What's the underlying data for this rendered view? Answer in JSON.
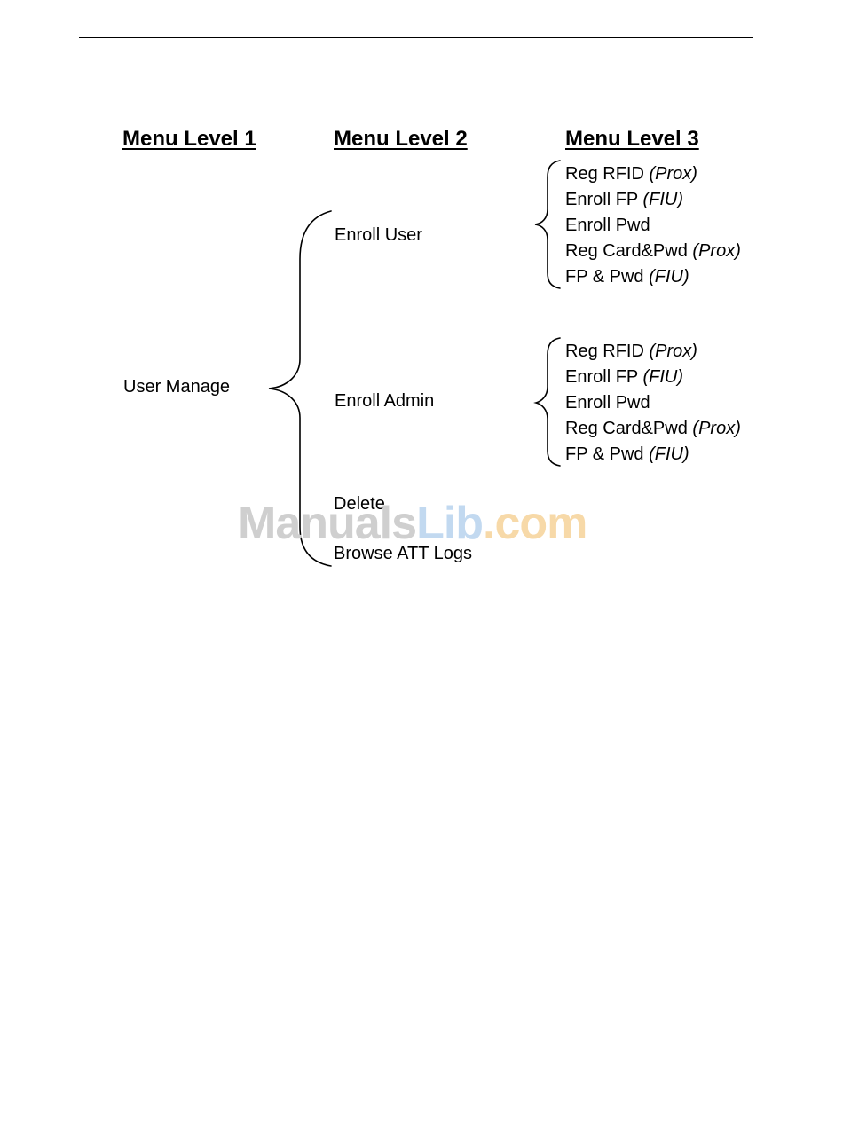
{
  "headings": {
    "level1": "Menu Level 1",
    "level2": "Menu Level 2",
    "level3": "Menu Level 3"
  },
  "level1": {
    "user_manage": "User Manage"
  },
  "level2": {
    "enroll_user": "Enroll User",
    "enroll_admin": "Enroll Admin",
    "delete": "Delete",
    "browse_att_logs": "Browse ATT Logs"
  },
  "enroll_user_items": [
    {
      "label": "Reg RFID",
      "note": "(Prox)"
    },
    {
      "label": "Enroll FP",
      "note": "(FIU)"
    },
    {
      "label": "Enroll Pwd",
      "note": ""
    },
    {
      "label": "Reg Card&Pwd",
      "note": "(Prox)"
    },
    {
      "label": "FP & Pwd",
      "note": "(FIU)"
    }
  ],
  "enroll_admin_items": [
    {
      "label": "Reg RFID",
      "note": "(Prox)"
    },
    {
      "label": "Enroll FP",
      "note": "(FIU)"
    },
    {
      "label": "Enroll Pwd",
      "note": ""
    },
    {
      "label": "Reg Card&Pwd",
      "note": "(Prox)"
    },
    {
      "label": "FP & Pwd",
      "note": "(FIU)"
    }
  ],
  "watermark": {
    "part1": "Manuals",
    "part2": "Lib",
    "part3": ".com"
  }
}
